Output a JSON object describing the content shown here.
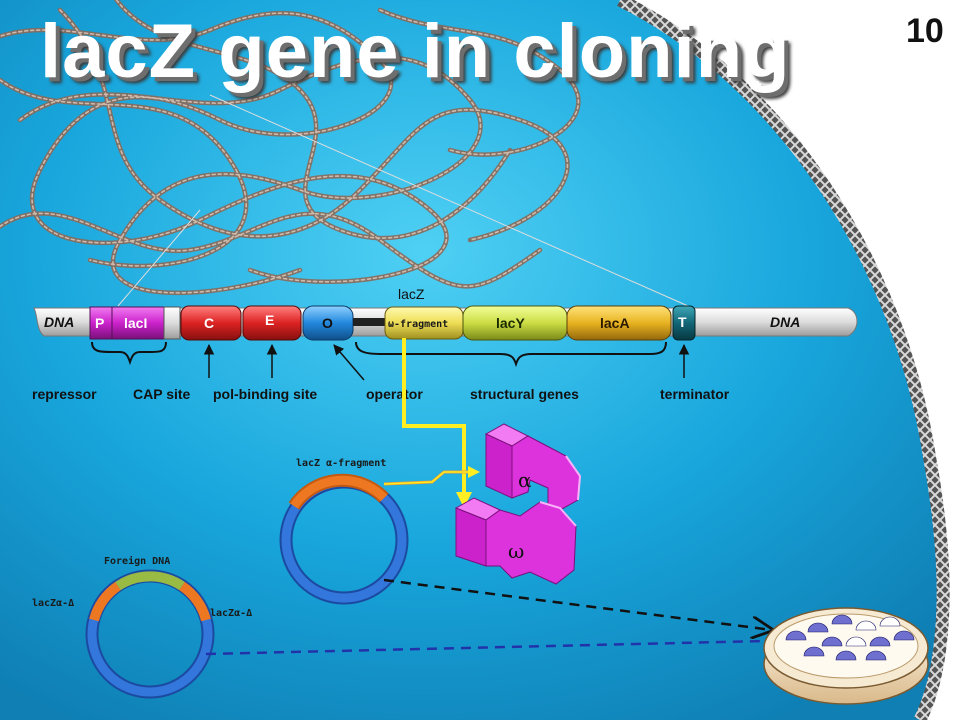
{
  "slide": {
    "title": "lacZ gene in cloning",
    "number": "10"
  },
  "operon": {
    "dna_left": "DNA",
    "dna_right": "DNA",
    "promoter": "P",
    "lacI": "lacI",
    "cap": "C",
    "polymerase": "E",
    "operator": "O",
    "omega_fragment": "ω-fragment",
    "lacZ": "lacZ",
    "lacY": "lacY",
    "lacA": "lacA",
    "terminator": "T"
  },
  "callouts": {
    "repressor": "repressor",
    "cap_site": "CAP site",
    "pol_binding_site": "pol-binding site",
    "operator": "operator",
    "structural_genes": "structural genes",
    "terminator": "terminator"
  },
  "protein": {
    "alpha": "α",
    "omega": "ω"
  },
  "plasmid": {
    "alpha_fragment": "lacZ α-fragment"
  },
  "vector": {
    "foreign_dna": "Foreign DNA",
    "left_label": "lacZα-Δ",
    "right_label": "lacZα-Δ"
  },
  "colors": {
    "background_blue": "#16a2d8",
    "title_text": "#ffffff",
    "lacI_magenta": "#cc22cc",
    "cap_red": "#dd2222",
    "operator_blue": "#2288dd",
    "lacY_green": "#ccdd44",
    "terminator_teal": "#116677",
    "protein_magenta": "#dd33dd",
    "arrow_yellow": "#ffee22",
    "plasmid_orange": "#ee7722",
    "plasmid_blue": "#3377dd",
    "foreign_green": "#99bb44"
  },
  "icons": {
    "dna_coil": "dna-coil-icon",
    "petri_dish": "petri-dish-icon",
    "protein": "beta-galactosidase-icon"
  }
}
